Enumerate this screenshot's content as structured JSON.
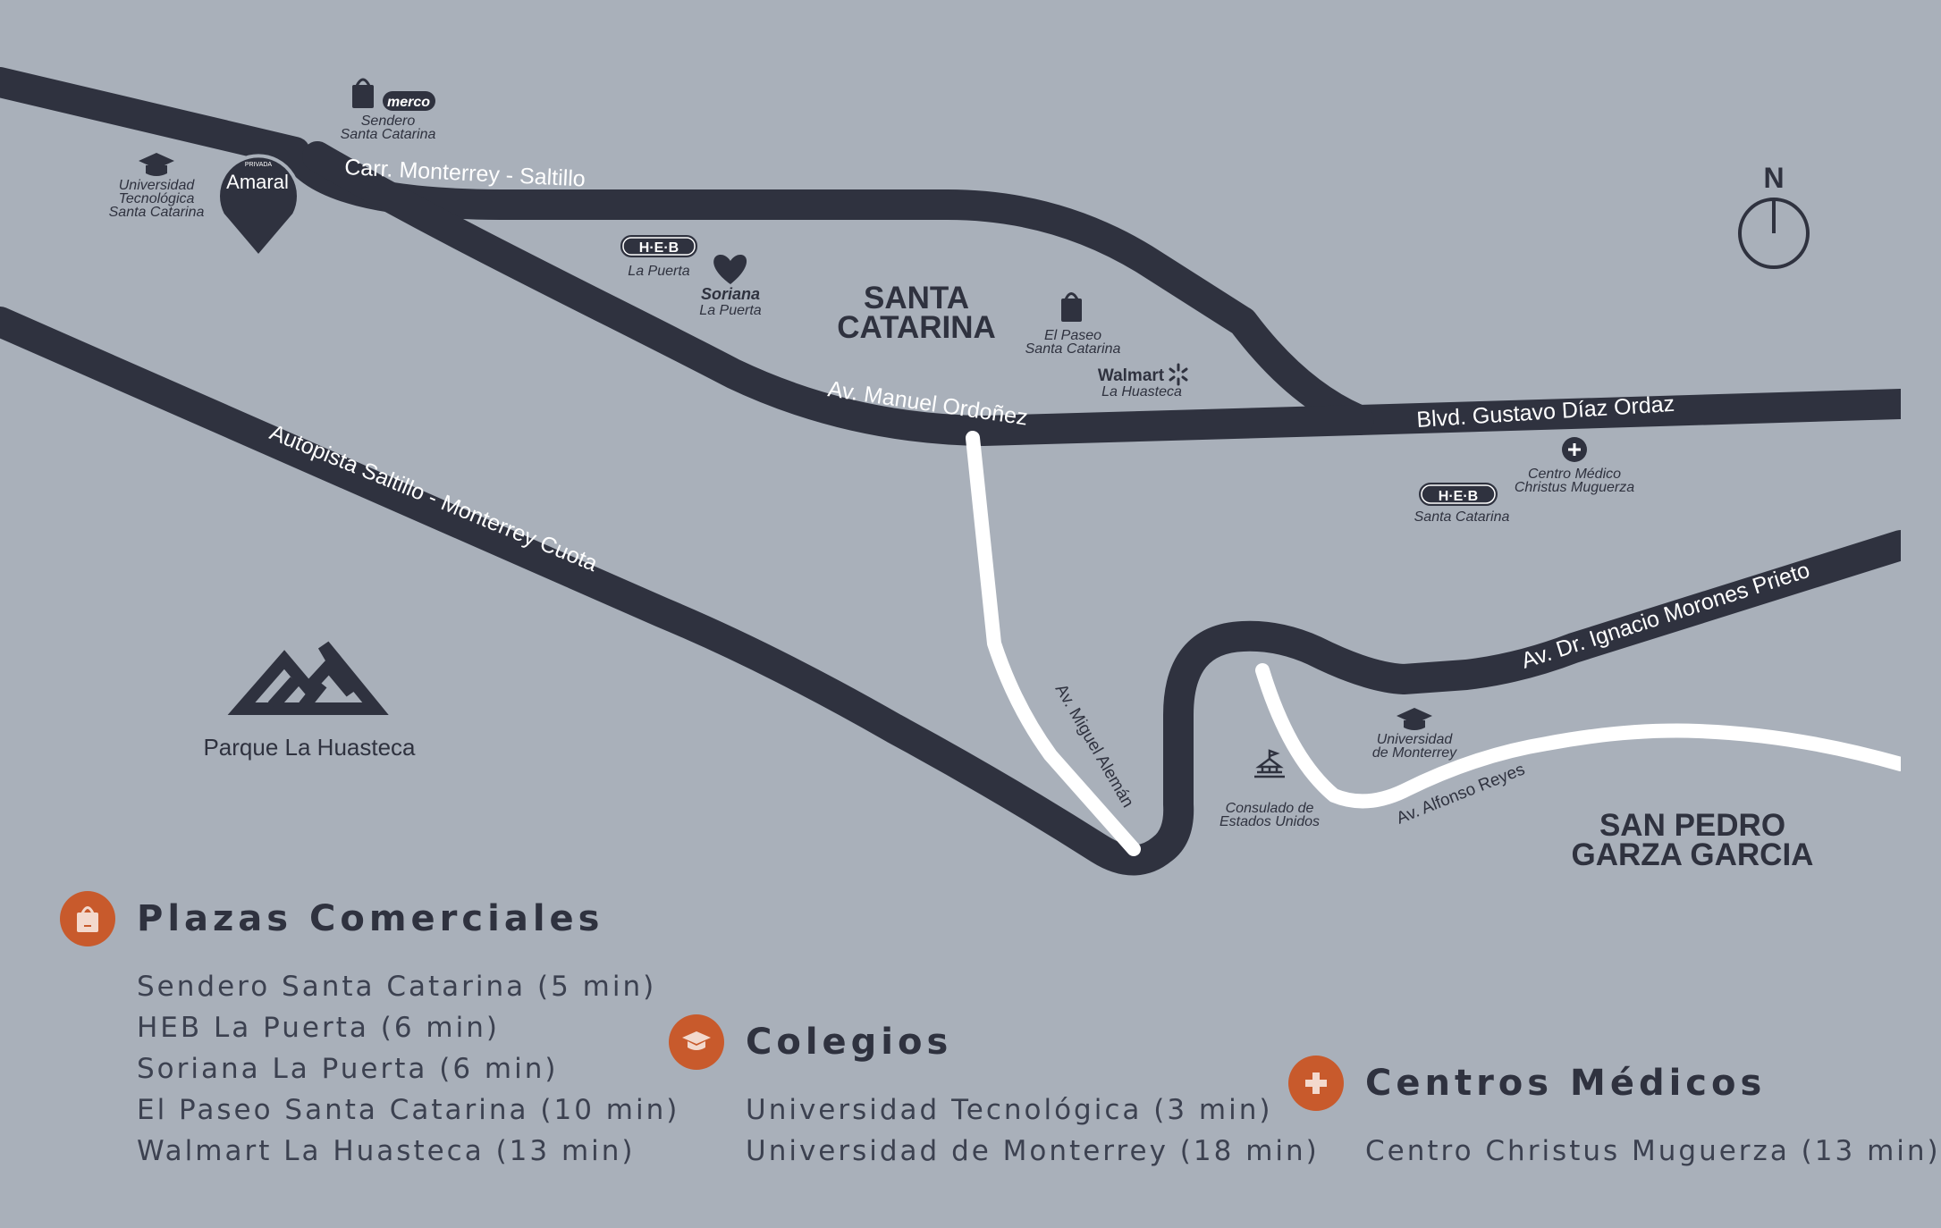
{
  "roads": {
    "carr_monterrey_saltillo": "Carr. Monterrey - Saltillo",
    "av_manuel_ordonez": "Av. Manuel Ordoñez",
    "blvd_gustavo_diaz_ordaz": "Blvd. Gustavo Díaz Ordaz",
    "autopista": "Autopista Saltillo - Monterrey Cuota",
    "av_miguel_aleman": "Av. Miguel Alemán",
    "av_morones_prieto": "Av. Dr. Ignacio Morones Prieto",
    "av_alfonso_reyes": "Av. Alfonso Reyes"
  },
  "areas": {
    "santa_catarina": [
      "SANTA",
      "CATARINA"
    ],
    "san_pedro": [
      "SAN PEDRO",
      "GARZA GARCIA"
    ],
    "park": "Parque La Huasteca"
  },
  "pin": {
    "label": "Amaral",
    "small_label": "PRIVADA"
  },
  "compass": {
    "label": "N"
  },
  "pois": {
    "sendero": {
      "brand": "merco",
      "lines": [
        "Sendero",
        "Santa Catarina"
      ],
      "icon": "shopping-bag-icon"
    },
    "utsc": {
      "lines": [
        "Universidad",
        "Tecnológica",
        "Santa Catarina"
      ],
      "icon": "graduation-cap-icon"
    },
    "heb_puerta": {
      "brand": "H·E·B",
      "lines": [
        "La Puerta"
      ]
    },
    "soriana": {
      "brand": "Soriana",
      "lines": [
        "La Puerta"
      ]
    },
    "el_paseo": {
      "lines": [
        "El Paseo",
        "Santa Catarina"
      ],
      "icon": "shopping-bag-icon"
    },
    "walmart": {
      "brand": "Walmart",
      "lines": [
        "La Huasteca"
      ]
    },
    "christus": {
      "lines": [
        "Centro Médico",
        "Christus Muguerza"
      ],
      "icon": "medical-cross-icon"
    },
    "heb_sc": {
      "brand": "H·E·B",
      "lines": [
        "Santa Catarina"
      ]
    },
    "udem": {
      "lines": [
        "Universidad",
        "de Monterrey"
      ],
      "icon": "graduation-cap-icon"
    },
    "consulado": {
      "lines": [
        "Consulado de",
        "Estados Unidos"
      ],
      "icon": "consulate-building-icon"
    }
  },
  "legend": {
    "plazas": {
      "title": "Plazas Comerciales",
      "icon": "shopping-bag-icon",
      "items": [
        "Sendero Santa Catarina (5 min)",
        "HEB La Puerta (6 min)",
        "Soriana La Puerta (6 min)",
        "El Paseo Santa Catarina (10 min)",
        "Walmart La Huasteca (13 min)"
      ]
    },
    "colegios": {
      "title": "Colegios",
      "icon": "graduation-cap-icon",
      "items": [
        "Universidad Tecnológica (3 min)",
        "Universidad de Monterrey (18 min)"
      ]
    },
    "medicos": {
      "title": "Centros Médicos",
      "icon": "medical-cross-icon",
      "items": [
        "Centro Christus Muguerza (13 min)"
      ]
    }
  },
  "colors": {
    "background": "#a9b0ba",
    "road": "#2f323f",
    "secondary_road": "#ffffff",
    "accent": "#c85a2c"
  }
}
